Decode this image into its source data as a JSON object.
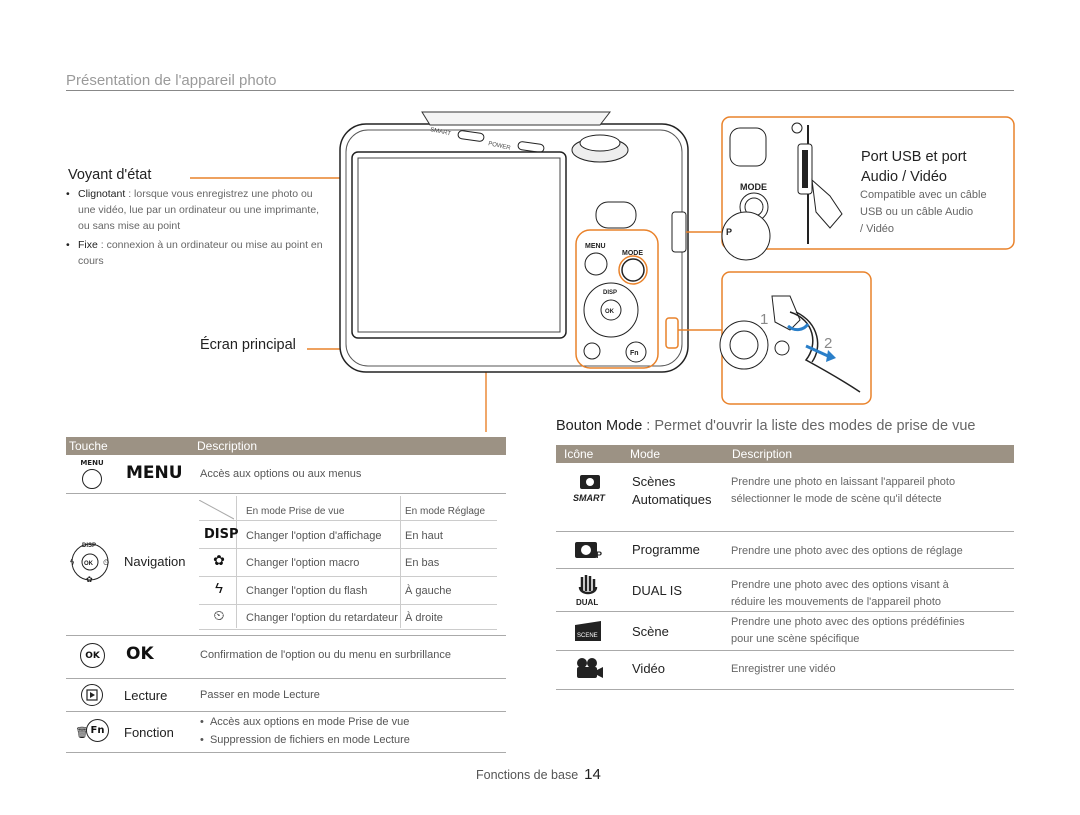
{
  "page": {
    "section_title": "Présentation de l'appareil photo",
    "footer_label": "Fonctions de base",
    "page_number": "14"
  },
  "diagram": {
    "voyant_title": "Voyant d'état",
    "voyant_items": [
      {
        "term": "Clignotant",
        "text": " : lorsque vous enregistrez une photo ou une vidéo, lue par un ordinateur ou une imprimante, ou sans mise au point"
      },
      {
        "term": "Fixe",
        "text": " : connexion à un ordinateur ou mise au point en cours"
      }
    ],
    "ecran_label": "Écran principal",
    "port_title_1": "Port USB et port",
    "port_title_2": "Audio / Vidéo",
    "port_desc_1": "Compatible avec un câble",
    "port_desc_2": "USB ou un câble Audio",
    "port_desc_3": "/ Vidéo",
    "camera_labels": {
      "smart": "SMART",
      "power": "POWER",
      "menu": "MENU",
      "mode": "MODE",
      "disp": "DISP",
      "ok": "OK",
      "fn": "Fn",
      "inset_mode": "MODE",
      "inset_p": "P"
    },
    "step_1": "1",
    "step_2": "2",
    "mode_caption_key": "Bouton Mode",
    "mode_caption_rest": " : Permet d'ouvrir la liste des modes de prise de vue"
  },
  "left_table": {
    "header_touche": "Touche",
    "header_description": "Description",
    "menu_icon_label": "MENU",
    "menu_key": "MENU",
    "menu_desc": "Accès aux options ou aux menus",
    "nav_key": "Navigation",
    "nav_icon_disp": "DISP",
    "nav_icon_ok": "OK",
    "nav_header_1": "En mode Prise de vue",
    "nav_header_2": "En mode Réglage",
    "nav_rows": [
      {
        "icon": "DISP",
        "shoot": "Changer l'option d'affichage",
        "setting": "En haut"
      },
      {
        "icon": "✿",
        "shoot": "Changer l'option macro",
        "setting": "En bas"
      },
      {
        "icon": "ϟ",
        "shoot": "Changer l'option du flash",
        "setting": "À gauche"
      },
      {
        "icon": "⏲",
        "shoot": "Changer l'option du retardateur",
        "setting": "À droite"
      }
    ],
    "ok_icon_label": "OK",
    "ok_key": "OK",
    "ok_desc": "Confirmation de l'option ou du menu en surbrillance",
    "lecture_key": "Lecture",
    "lecture_desc": "Passer en mode Lecture",
    "fonction_icon_label": "Fn",
    "fonction_key": "Fonction",
    "fonction_desc_1": "Accès aux options en mode Prise de vue",
    "fonction_desc_2": "Suppression de fichiers en mode Lecture"
  },
  "right_table": {
    "header_icone": "Icône",
    "header_mode": "Mode",
    "header_description": "Description",
    "rows": [
      {
        "icon": "smart-auto-icon",
        "icon_text": "SMART",
        "mode_1": "Scènes",
        "mode_2": "Automatiques",
        "desc_1": "Prendre une photo en laissant l'appareil photo",
        "desc_2": "sélectionner le mode de scène qu'il détecte"
      },
      {
        "icon": "program-camera-icon",
        "icon_text": "P",
        "mode_1": "Programme",
        "mode_2": "",
        "desc_1": "Prendre une photo avec des options de réglage",
        "desc_2": ""
      },
      {
        "icon": "dual-is-icon",
        "icon_text": "DUAL",
        "mode_1": "DUAL IS",
        "mode_2": "",
        "desc_1": "Prendre une photo avec des options visant à",
        "desc_2": "réduire les mouvements de l'appareil photo"
      },
      {
        "icon": "scene-icon",
        "icon_text": "SCENE",
        "mode_1": "Scène",
        "mode_2": "",
        "desc_1": "Prendre une photo avec des options prédéfinies",
        "desc_2": "pour une scène spécifique"
      },
      {
        "icon": "video-camera-icon",
        "icon_text": "",
        "mode_1": "Vidéo",
        "mode_2": "",
        "desc_1": "Enregistrer une vidéo",
        "desc_2": ""
      }
    ]
  },
  "colors": {
    "accent": "#e9822a",
    "table_header": "#9c9284"
  }
}
